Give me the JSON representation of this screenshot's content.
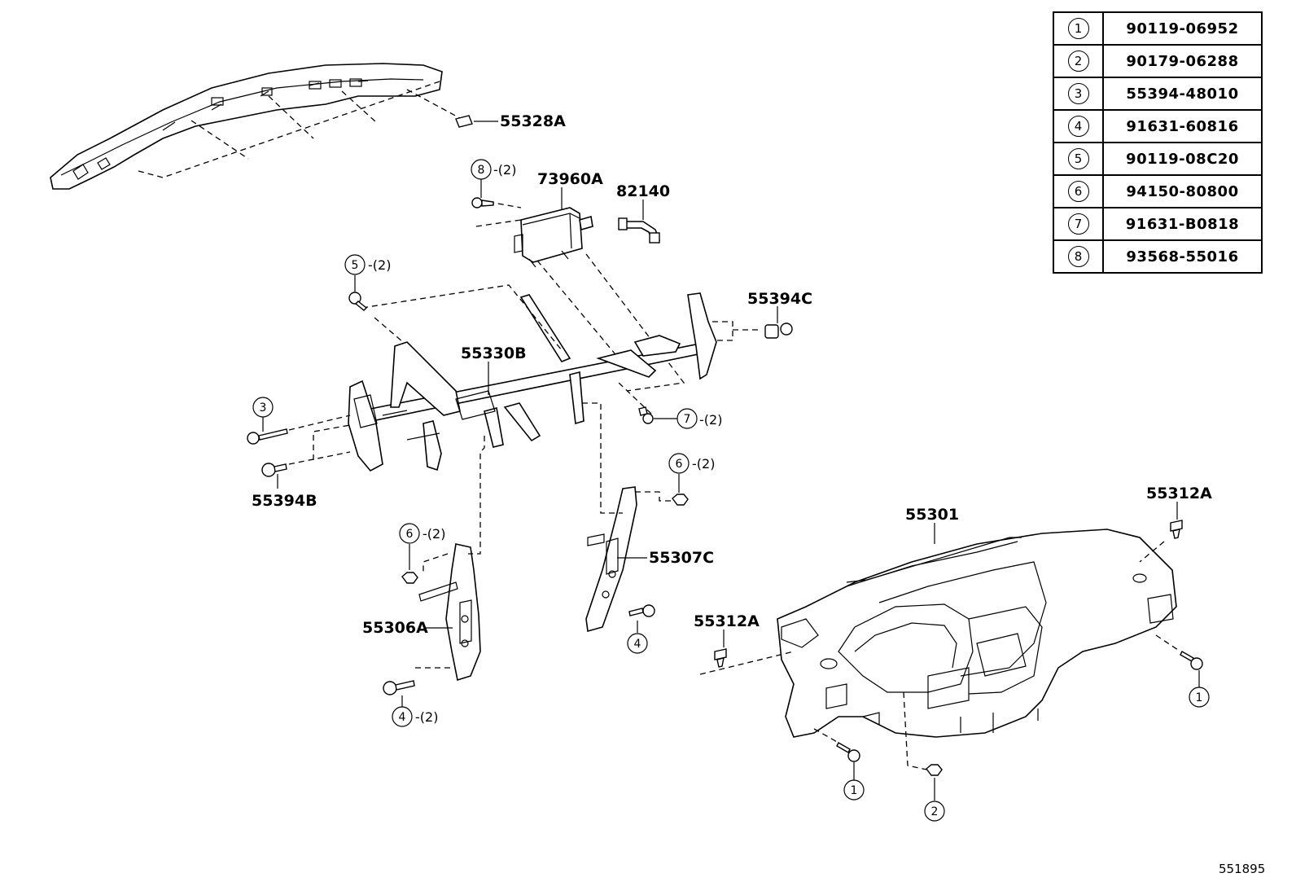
{
  "legend": [
    {
      "key": "1",
      "part_number": "90119-06952"
    },
    {
      "key": "2",
      "part_number": "90179-06288"
    },
    {
      "key": "3",
      "part_number": "55394-48010"
    },
    {
      "key": "4",
      "part_number": "91631-60816"
    },
    {
      "key": "5",
      "part_number": "90119-08C20"
    },
    {
      "key": "6",
      "part_number": "94150-80800"
    },
    {
      "key": "7",
      "part_number": "91631-B0818"
    },
    {
      "key": "8",
      "part_number": "93568-55016"
    }
  ],
  "labels": {
    "p55328A": "55328A",
    "p73960A": "73960A",
    "p82140": "82140",
    "p55394C": "55394C",
    "p55330B": "55330B",
    "p55394B": "55394B",
    "p55307C": "55307C",
    "p55306A": "55306A",
    "p55301": "55301",
    "p55312A_top": "55312A",
    "p55312A_mid": "55312A"
  },
  "callouts": {
    "c8": {
      "num": "8",
      "qty": "-(2)"
    },
    "c5": {
      "num": "5",
      "qty": "-(2)"
    },
    "c3": {
      "num": "3"
    },
    "c7": {
      "num": "7",
      "qty": "-(2)"
    },
    "c6a": {
      "num": "6",
      "qty": "-(2)"
    },
    "c6b": {
      "num": "6",
      "qty": "-(2)"
    },
    "c4a": {
      "num": "4"
    },
    "c4b": {
      "num": "4",
      "qty": "-(2)"
    },
    "c1a": {
      "num": "1"
    },
    "c1b": {
      "num": "1"
    },
    "c2": {
      "num": "2"
    }
  },
  "diagram_code": "551895"
}
